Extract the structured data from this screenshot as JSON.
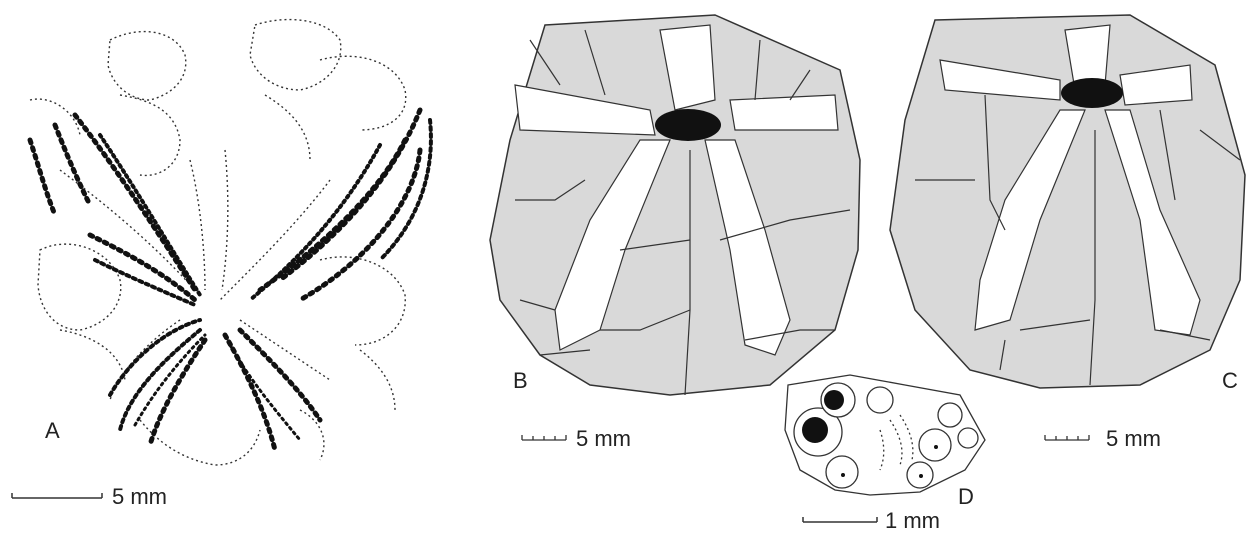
{
  "figure": {
    "colors": {
      "plate_fill": "#d9d9d9",
      "outline": "#333333",
      "pore_fill": "#111111"
    },
    "panels": [
      {
        "letter": "A",
        "scale_label": "5 mm"
      },
      {
        "letter": "B",
        "scale_label": "5 mm"
      },
      {
        "letter": "C",
        "scale_label": "5 mm"
      },
      {
        "letter": "D",
        "scale_label": "1 mm"
      }
    ]
  }
}
